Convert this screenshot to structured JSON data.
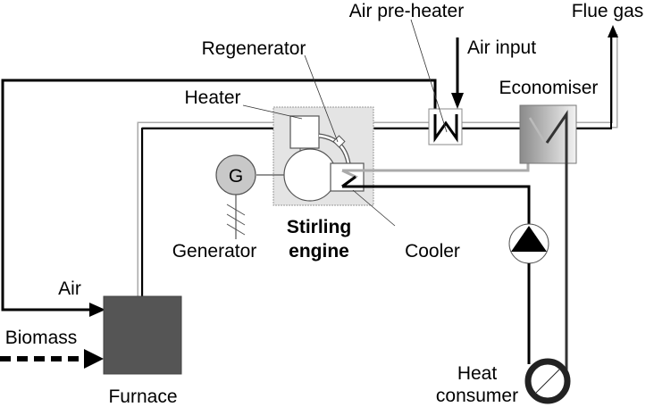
{
  "diagram": {
    "title": "Biomass-fired Stirling engine CHP system",
    "labels": {
      "air_preheater": "Air pre-heater",
      "flue_gas": "Flue gas",
      "regenerator": "Regenerator",
      "air_input": "Air input",
      "heater": "Heater",
      "economiser": "Economiser",
      "generator_symbol": "G",
      "stirling_line1": "Stirling",
      "stirling_line2": "engine",
      "generator": "Generator",
      "cooler": "Cooler",
      "air": "Air",
      "biomass": "Biomass",
      "heat_line1": "Heat",
      "heat_line2": "consumer",
      "furnace": "Furnace"
    },
    "components": [
      "Furnace",
      "Stirling engine",
      "Heater",
      "Regenerator",
      "Cooler",
      "Generator",
      "Air pre-heater",
      "Economiser",
      "Pump",
      "Heat consumer"
    ],
    "colors": {
      "furnace": "#555555",
      "engine_box": "#e4e4e4",
      "generator": "#c8c8c8",
      "flue_pipe_gray": "#aaaaaa",
      "line": "#000000"
    }
  }
}
